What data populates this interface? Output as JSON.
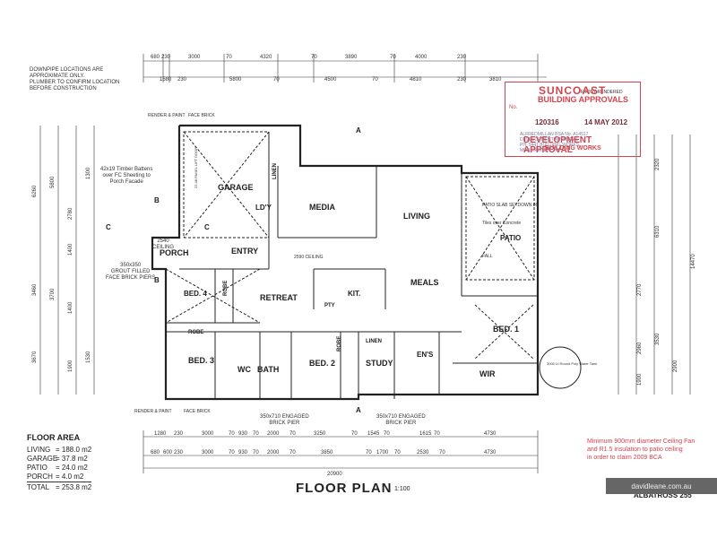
{
  "notes": {
    "downpipe": "DOWNPIPE LOCATIONS ARE\nAPPROXIMATE ONLY.\nPLUMBER TO CONFIRM LOCATION\nBEFORE CONSTRUCTION",
    "battens": "42x19 Timber Battens\nover FC Sheeting to\nPorch Facade",
    "render_left": "RENDER & PAINT",
    "face_brick": "FACE BRICK",
    "render_bottom": "RENDER & PAINT",
    "face_brick_bottom": "FACE BRICK",
    "engaged_1": "350x710 ENGAGED\nBRICK PIER",
    "engaged_2": "350x710 ENGAGED\nBRICK PIER",
    "grout": "350x350\nGROUT FILLED\nFACE BRICK PIERS",
    "front_rendered": "FRONT RENDERED",
    "ceiling": "2590 CEILING",
    "porch_ceiling": "2540\nCEILING",
    "patio_slab": "PATIO SLAB\nSETDOWN 86",
    "tiles": "Tiles over Concrete",
    "fall": "FALL",
    "tank": "3000 Lt Round\nPoly Water Tank",
    "panel_lift": "22.48 PANEL LIFT DOOR"
  },
  "rooms": {
    "garage": "GARAGE",
    "ldy": "LD'Y",
    "linen": "LINEN",
    "media": "MEDIA",
    "living": "LIVING",
    "patio": "PATIO",
    "porch": "PORCH",
    "entry": "ENTRY",
    "retreat": "RETREAT",
    "kit": "KIT.",
    "meals": "MEALS",
    "bed4": "BED. 4",
    "robe": "ROBE",
    "bed1": "BED. 1",
    "bed3": "BED. 3",
    "wc": "WC",
    "bath": "BATH",
    "bed2": "BED. 2",
    "study": "STUDY",
    "ens": "EN'S",
    "wir": "WIR",
    "linen2": "LINEN",
    "pty": "PTY",
    "robe2": "ROBE",
    "robe3": "ROBE"
  },
  "section_marks": {
    "a": "A",
    "b": "B",
    "c": "C"
  },
  "dims": {
    "top1": [
      "680",
      "230",
      "3000",
      "70",
      "4320",
      "70",
      "3890",
      "70",
      "4000",
      "230"
    ],
    "top2": [
      "1580",
      "230",
      "5800",
      "70",
      "4500",
      "70",
      "4810",
      "230",
      "3810"
    ],
    "bottom1": [
      "1280",
      "230",
      "3000",
      "70",
      "930",
      "70",
      "2000",
      "70",
      "3250",
      "70",
      "1545",
      "70",
      "1615",
      "70",
      "4730"
    ],
    "bottom2": [
      "680",
      "600",
      "230",
      "3000",
      "70",
      "930",
      "70",
      "2000",
      "70",
      "3850",
      "70",
      "1700",
      "70",
      "2530",
      "70",
      "4730"
    ],
    "total": "20900",
    "left": [
      "6260",
      "5800",
      "2780",
      "1300",
      "1400",
      "3460",
      "3700",
      "1400",
      "3670",
      "1900",
      "1530"
    ],
    "right": [
      "2320",
      "6310",
      "14470",
      "2770",
      "3530",
      "2960",
      "2900",
      "1900"
    ]
  },
  "floor_area": {
    "heading": "FLOOR AREA",
    "rows": [
      {
        "label": "LIVING",
        "value": "= 188.0 m2"
      },
      {
        "label": "GARAGE",
        "value": "= 37.8 m2"
      },
      {
        "label": "PATIO",
        "value": "= 24.0 m2"
      },
      {
        "label": "PORCH",
        "value": "= 4.0 m2"
      },
      {
        "label": "TOTAL",
        "value": "= 253.8 m2"
      }
    ]
  },
  "title": "FLOOR PLAN",
  "scale": "1:100",
  "model": "ALBATROSS 255",
  "stamp": {
    "company": "SUNCOAST",
    "approvals": "BUILDING APPROVALS",
    "no_label": "No.",
    "number": "120316",
    "date": "14 MAY 2012",
    "development": "DEVELOPMENT APPROVAL",
    "building_works": "BUILDING WORKS",
    "cert": "ALFREDMILLAN BSA No. A14517\nDEVELOPMENT APPROVAL\nPH: 5441 BUILDING WORKS\nMOB: 0407 573 741"
  },
  "red_note": "Minimum 900mm diameter Ceiling Fan\nand R1.5 insulation to patio ceiling\nin order to claim 2009 BCA",
  "watermark": "davidleane.com.au",
  "colors": {
    "stamp": "#d6424d",
    "line": "#222222"
  }
}
